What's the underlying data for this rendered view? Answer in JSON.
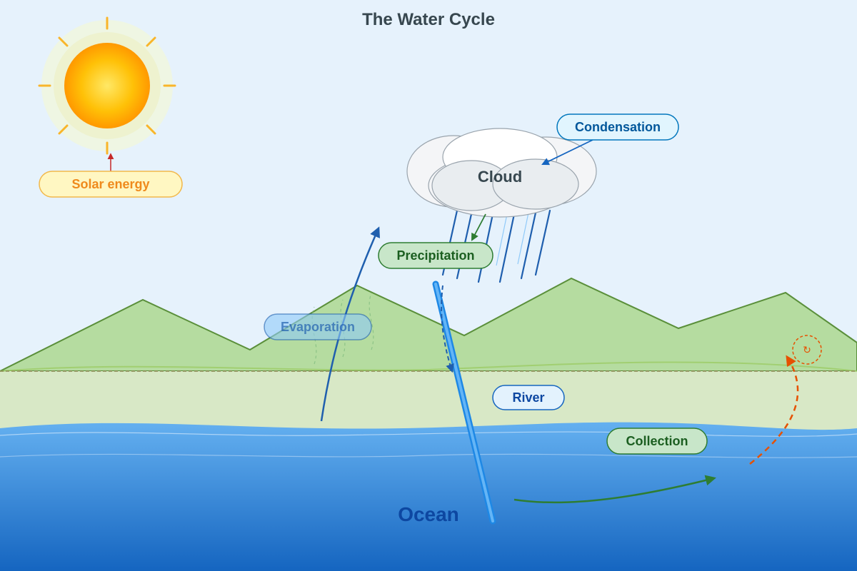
{
  "title": "The Water Cycle",
  "labels": {
    "solar": "Solar energy",
    "condensation": "Condensation",
    "cloud": "Cloud",
    "precipitation": "Precipitation",
    "evaporation": "Evaporation",
    "river": "River",
    "collection": "Collection",
    "ocean": "Ocean",
    "cycle_symbol": "↻"
  },
  "colors": {
    "sky": "#e6f2fc",
    "sun_core": "#ffc400",
    "sun_ray": "#f9b52a",
    "mountain": "#b5dca0",
    "mountain_stroke": "#5a8f3a",
    "ground": "#d8e8c6",
    "ocean_top": "#5aa9ee",
    "ocean_bottom": "#1565c0",
    "rain": "#1f5fae",
    "evaporation_arrow": "#1f5fae",
    "collection_arrow": "#2e7d32",
    "return_arrow": "#e65100"
  }
}
